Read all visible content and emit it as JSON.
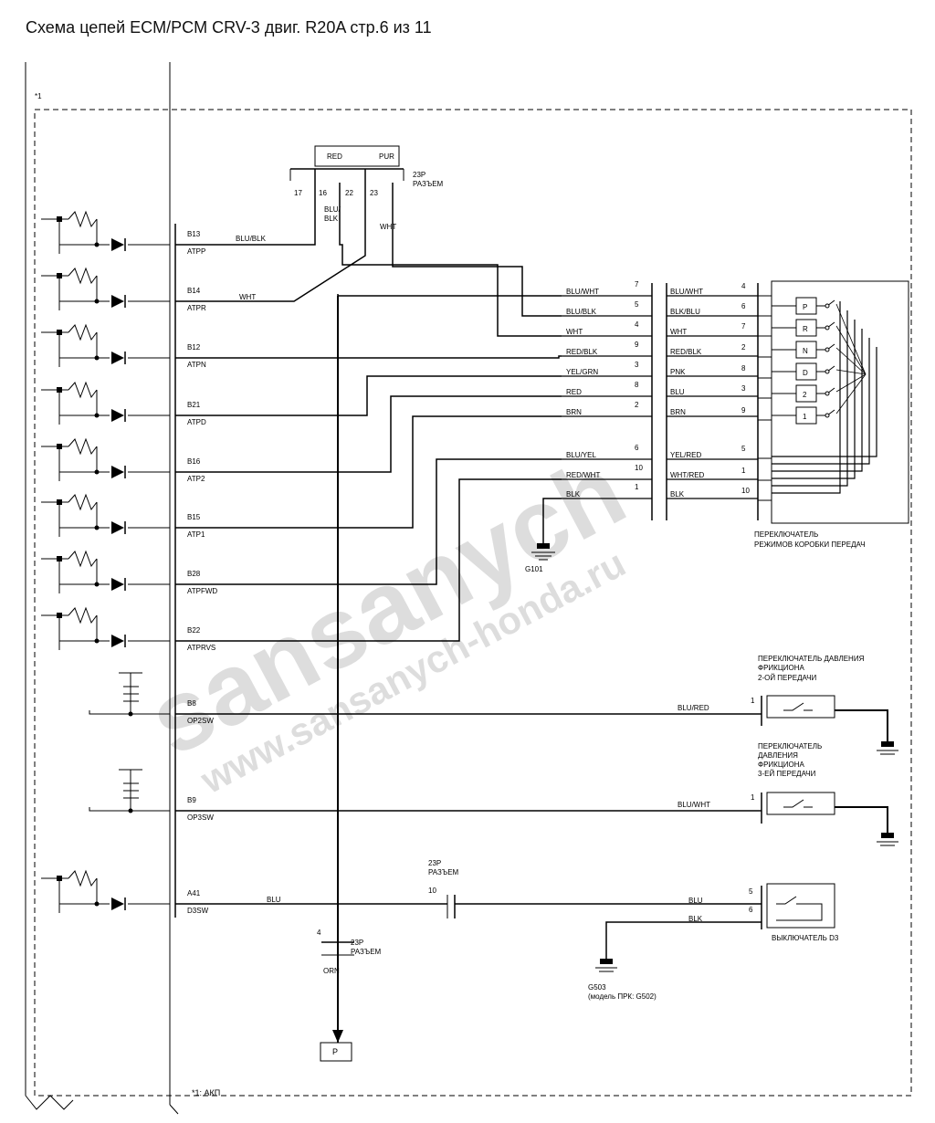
{
  "title": "Схема цепей ECM/PCM CRV-3 двиг. R20A  стр.6 из 11",
  "note_mark": "*1",
  "footnote": "*1: АКП",
  "watermark": {
    "brand": "sansanych",
    "site": "www.sansanych-honda.ru"
  },
  "pcm_pins": [
    {
      "pin": "B13",
      "signal": "ATPP",
      "wire": "BLU/BLK"
    },
    {
      "pin": "B14",
      "signal": "ATPR",
      "wire": "WHT"
    },
    {
      "pin": "B12",
      "signal": "ATPN",
      "wire": ""
    },
    {
      "pin": "B21",
      "signal": "ATPD",
      "wire": ""
    },
    {
      "pin": "B16",
      "signal": "ATP2",
      "wire": ""
    },
    {
      "pin": "B15",
      "signal": "ATP1",
      "wire": ""
    },
    {
      "pin": "B28",
      "signal": "ATPFWD",
      "wire": ""
    },
    {
      "pin": "B22",
      "signal": "ATPRVS",
      "wire": ""
    },
    {
      "pin": "B8",
      "signal": "OP2SW",
      "wire": "BLU/RED"
    },
    {
      "pin": "B9",
      "signal": "OP3SW",
      "wire": "BLU/WHT"
    },
    {
      "pin": "A41",
      "signal": "D3SW",
      "wire": "BLU"
    }
  ],
  "top_connector": {
    "name": "23P\nРАЗЪЕМ",
    "line1": "23P",
    "line2": "РАЗЪЕМ",
    "pins": [
      "17",
      "16",
      "22",
      "23"
    ],
    "wires_top": [
      "RED",
      "PUR"
    ],
    "wire_left": "BLU/\nBLK",
    "wire_left_1": "BLU/",
    "wire_left_2": "BLK",
    "wire_right": "WHT"
  },
  "mid_connector": {
    "left_wires": [
      "BLU/WHT",
      "BLU/BLK",
      "WHT",
      "RED/BLK",
      "YEL/GRN",
      "RED",
      "BRN",
      "BLU/YEL",
      "RED/WHT",
      "BLK"
    ],
    "pins": [
      "7",
      "5",
      "4",
      "9",
      "3",
      "8",
      "2",
      "6",
      "10",
      "1"
    ],
    "right_wires": [
      "BLU/WHT",
      "BLK/BLU",
      "WHT",
      "RED/BLK",
      "PNK",
      "BLU",
      "BRN",
      "YEL/RED",
      "WHT/RED",
      "BLK"
    ]
  },
  "switch": {
    "pins": [
      "4",
      "6",
      "7",
      "2",
      "8",
      "3",
      "9",
      "5",
      "1",
      "10"
    ],
    "positions": [
      "P",
      "R",
      "N",
      "D",
      "2",
      "1"
    ],
    "label_1": "ПЕРЕКЛЮЧАТЕЛЬ",
    "label_2": "РЕЖИМОВ КОРОБКИ ПЕРЕДАЧ"
  },
  "ground_g101": "G101",
  "op2": {
    "l1": "ПЕРЕКЛЮЧАТЕЛЬ ДАВЛЕНИЯ",
    "l2": "ФРИКЦИОНА",
    "l3": "2-ОЙ ПЕРЕДАЧИ",
    "pin": "1"
  },
  "op3": {
    "l1": "ПЕРЕКЛЮЧАТЕЛЬ",
    "l2": "ДАВЛЕНИЯ",
    "l3": "ФРИКЦИОНА",
    "l4": "3-ЕЙ ПЕРЕДАЧИ",
    "pin": "1"
  },
  "d3": {
    "connector_l1": "23P",
    "connector_l2": "РАЗЪЕМ",
    "connector_pin": "10",
    "wire_blu": "BLU",
    "wire_blk": "BLK",
    "pin5": "5",
    "pin6": "6",
    "label": "ВЫКЛЮЧАТЕЛЬ D3"
  },
  "g503": {
    "l1": "G503",
    "l2": "(модель ПРК: G502)"
  },
  "bottom_connector": {
    "pin": "4",
    "l1": "23P",
    "l2": "РАЗЪЕМ",
    "wire": "ORN",
    "dest": "P"
  }
}
